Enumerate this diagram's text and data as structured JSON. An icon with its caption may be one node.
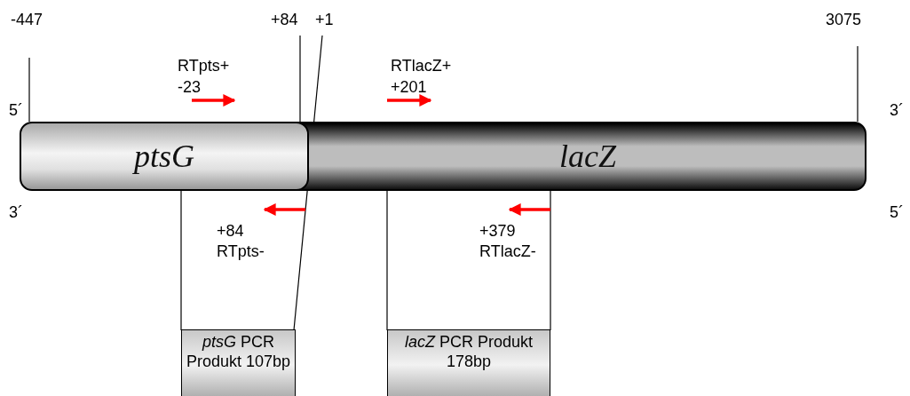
{
  "diagram": {
    "nodes": [
      {
        "text": [
          "ptsG"
        ]
      },
      {
        "text": [
          "lacZ"
        ]
      },
      {
        "text": [
          "*ptsG* PCR Produkt 107bp"
        ]
      },
      {
        "text": [
          "*lacZ* PCR Produkt 178bp"
        ]
      }
    ],
    "edges": [],
    "labels": [
      "-447",
      "+84",
      "+1",
      "3075",
      "RTpts+",
      "-23",
      "RTlacZ+",
      "+201",
      "5´",
      "3´",
      "3´",
      "5´",
      "+84",
      "RTpts-",
      "+379",
      "RTlacZ-"
    ]
  }
}
